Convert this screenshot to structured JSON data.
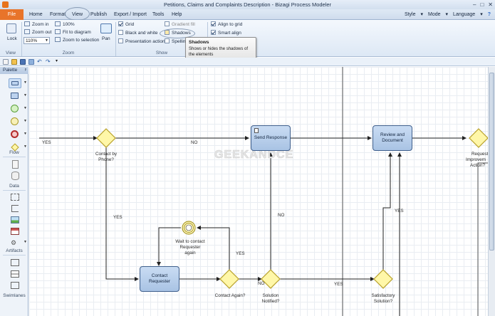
{
  "window": {
    "title": "Petitions, Claims and Complaints Description - Bizagi Process Modeler",
    "controls": [
      "–",
      "□",
      "✕"
    ]
  },
  "menu": {
    "file": "File",
    "items": [
      "Home",
      "Format",
      "View",
      "Publish",
      "Export / Import",
      "Tools",
      "Help"
    ],
    "right": [
      "Style",
      "Mode",
      "Language",
      "?"
    ]
  },
  "ribbon": {
    "view_group": {
      "lock": "Lock",
      "label": "View"
    },
    "zoom_group": {
      "zoom_in": "Zoom in",
      "zoom_out": "Zoom out",
      "zoom_value": "110%",
      "hundred": "100%",
      "fit": "Fit to diagram",
      "zoom_selection": "Zoom to selection",
      "pan": "Pan",
      "label": "Zoom"
    },
    "show_group": {
      "grid": "Grid",
      "black_white": "Black and white",
      "presentation": "Presentation actions",
      "gradient": "Gradient fill",
      "shadows": "Shadows",
      "spelling": "Spelling",
      "label": "Show"
    },
    "align_group": {
      "align_grid": "Align to grid",
      "smart_align": "Smart align"
    }
  },
  "tooltip": {
    "title": "Shadows",
    "body_line1": "Shows or hides the shadows of",
    "body_line2": "the elements"
  },
  "palette": {
    "title": "Palette",
    "sections": [
      "Flow",
      "Data",
      "Artifacts",
      "Swimlanes"
    ]
  },
  "diagram": {
    "tasks": {
      "send_response": "Send Response",
      "review_doc_1": "Review and",
      "review_doc_2": "Document",
      "contact_1": "Contact",
      "contact_2": "Requester"
    },
    "labels": {
      "contact_by_phone_1": "Contact by",
      "contact_by_phone_2": "Phone?",
      "wait_1": "Wait to contact",
      "wait_2": "Requester",
      "wait_3": "again",
      "contact_again": "Contact Again?",
      "solution_1": "Solution",
      "solution_2": "Notified?",
      "satisfactory_1": "Satisfactory",
      "satisfactory_2": "Solution?",
      "request_1": "Request",
      "request_2": "Improvem",
      "request_3": "Action?"
    },
    "flows": {
      "yes_start": "YES",
      "no_top": "NO",
      "yes_down": "YES",
      "yes_contact_again": "YES",
      "no_vertical": "NO",
      "no_solution": "NO",
      "yes_bottom": "YES",
      "yes_right": "YES"
    },
    "watermark": "GEEKANDCE"
  },
  "colors": {
    "file_tab": "#e8742a",
    "task_fill": "#b7cdea",
    "gateway_fill": "#fff7a8",
    "gateway_stroke": "#b8a12a"
  }
}
